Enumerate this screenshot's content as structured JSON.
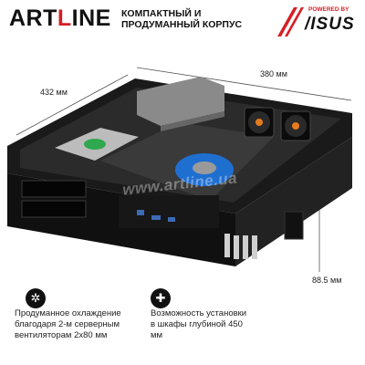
{
  "brand": {
    "name_prefix": "ART",
    "name_highlight": "L",
    "name_suffix": "INE"
  },
  "tagline": {
    "line1": "Компактный и",
    "line2": "продуманный корпус"
  },
  "partner": {
    "powered_by": "POWERED BY",
    "name": "/ISUS"
  },
  "dimensions": {
    "length": "432 мм",
    "width": "380 мм",
    "height": "88.5 мм"
  },
  "watermark": "www.artline.ua",
  "features": [
    {
      "icon": "fan-icon",
      "text": "Продуманное охлаждение благодаря 2-м серверным вентиляторам 2х80 мм"
    },
    {
      "icon": "puzzle-icon",
      "text": "Возможность установки в шкафы глубиной 450 мм"
    }
  ],
  "colors": {
    "accent": "#d61f26",
    "case": "#141414",
    "cooler_fan": "#1f6fd1"
  }
}
